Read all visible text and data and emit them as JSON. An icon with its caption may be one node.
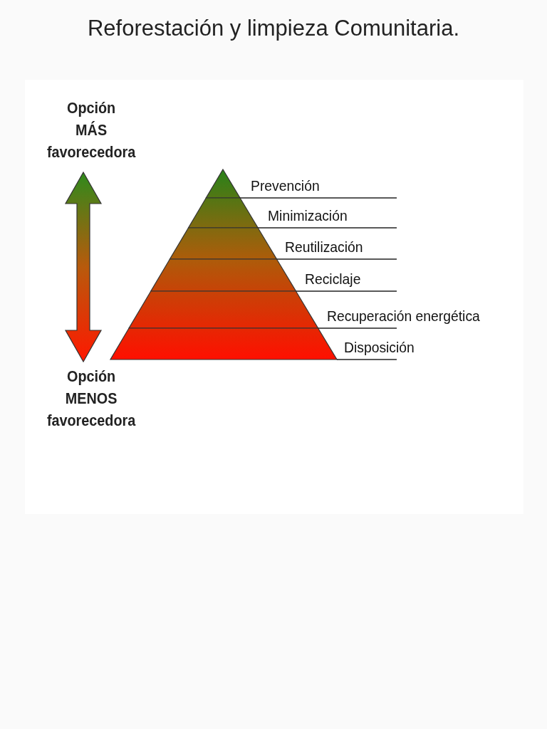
{
  "diagram": {
    "title": "Reforestación y limpieza Comunitaria.",
    "nodes": [
      {
        "text": [],
        "shape": "triangle",
        "beside": [
          "Prevención"
        ]
      },
      {
        "text": [],
        "shape": "band",
        "beside": [
          "Minimización"
        ]
      },
      {
        "text": [],
        "shape": "band",
        "beside": [
          "Reutilización"
        ]
      },
      {
        "text": [],
        "shape": "band",
        "beside": [
          "Reciclaje"
        ]
      },
      {
        "text": [],
        "shape": "band",
        "beside": [
          "Recuperación energética"
        ]
      },
      {
        "text": [],
        "shape": "band",
        "beside": [
          "Disposición"
        ]
      }
    ],
    "labels": [
      "Opción MÁS favorecedora",
      "Opción MENOS favorecedora"
    ]
  }
}
